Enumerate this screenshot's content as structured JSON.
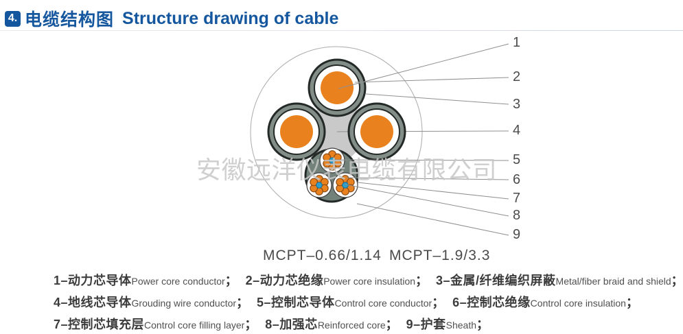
{
  "header": {
    "badge": "4.",
    "title_zh": "电缆结构图",
    "title_en": "Structure drawing of cable"
  },
  "watermark": "安徽远洋仪表电缆有限公司",
  "diagram": {
    "models": [
      "MCPT–0.66/1.14",
      "MCPT–1.9/3.3"
    ],
    "callouts": [
      "1",
      "2",
      "3",
      "4",
      "5",
      "6",
      "7",
      "8",
      "9"
    ],
    "colors": {
      "conductor": "#E9821E",
      "braid": "#828D88",
      "insulation": "#FFFFFF",
      "filling": "#C9C9C9",
      "bundle": "#72827B",
      "reinforced": "#2E9ECB",
      "outline": "#232927",
      "callout_line": "#8F8F8F"
    }
  },
  "legend": {
    "separator": "；",
    "items": [
      {
        "zh": "1–动力芯导体",
        "en": "Power core conductor"
      },
      {
        "zh": "2–动力芯绝缘",
        "en": "Power core insulation"
      },
      {
        "zh": "3–金属/纤维编织屏蔽",
        "en": "Metal/fiber braid and shield"
      },
      {
        "zh": "4–地线芯导体",
        "en": "Grouding wire conductor"
      },
      {
        "zh": "5–控制芯导体",
        "en": "Control core conductor"
      },
      {
        "zh": "6–控制芯绝缘",
        "en": "Control core insulation"
      },
      {
        "zh": "7–控制芯填充层",
        "en": "Control core filling layer"
      },
      {
        "zh": "8–加强芯",
        "en": "Reinforced core"
      },
      {
        "zh": "9–护套",
        "en": "Sheath"
      }
    ]
  }
}
